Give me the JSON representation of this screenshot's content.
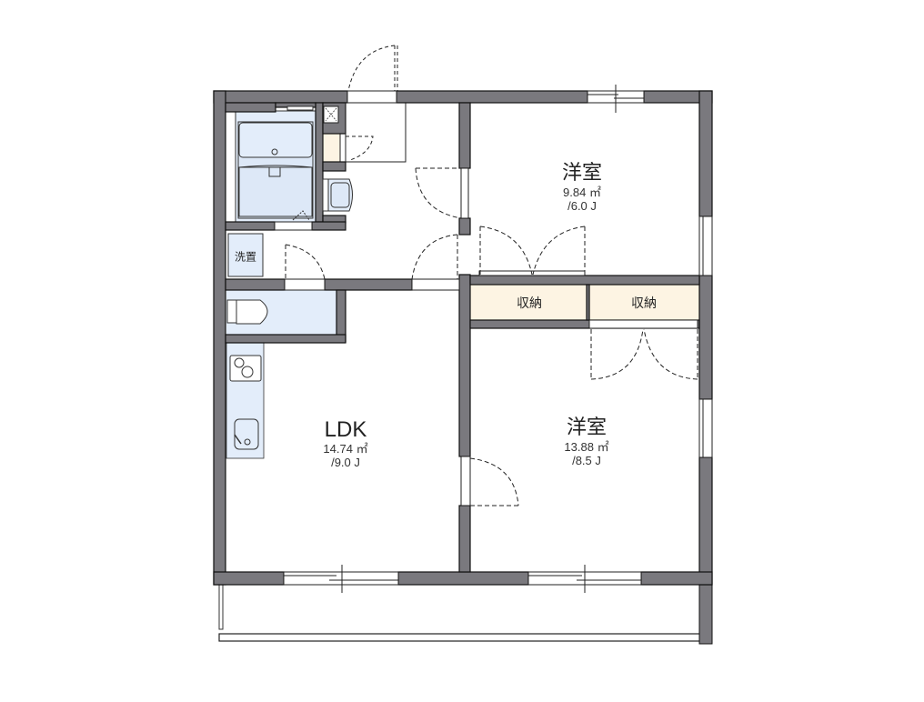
{
  "colors": {
    "wall": "#7a797e",
    "wall_outline": "#111111",
    "wet_area": "#e3edfa",
    "storage": "#fdf4e3",
    "floor": "#ffffff",
    "door_line": "#222222"
  },
  "rooms": {
    "western_room_1": {
      "name": "洋室",
      "area": "9.84 ㎡",
      "jo": "/6.0 J"
    },
    "western_room_2": {
      "name": "洋室",
      "area": "13.88 ㎡",
      "jo": "/8.5 J"
    },
    "ldk": {
      "name": "LDK",
      "area": "14.74 ㎡",
      "jo": "/9.0 J"
    },
    "storage_1": {
      "name": "収納"
    },
    "storage_2": {
      "name": "収納"
    },
    "washer_space": {
      "name": "洗置"
    }
  },
  "fixtures": [
    "bathtub-icon",
    "washbasin-icon",
    "toilet-icon",
    "stove-icon",
    "sink-icon",
    "shoe-cabinet-icon",
    "ventilation-icon"
  ]
}
